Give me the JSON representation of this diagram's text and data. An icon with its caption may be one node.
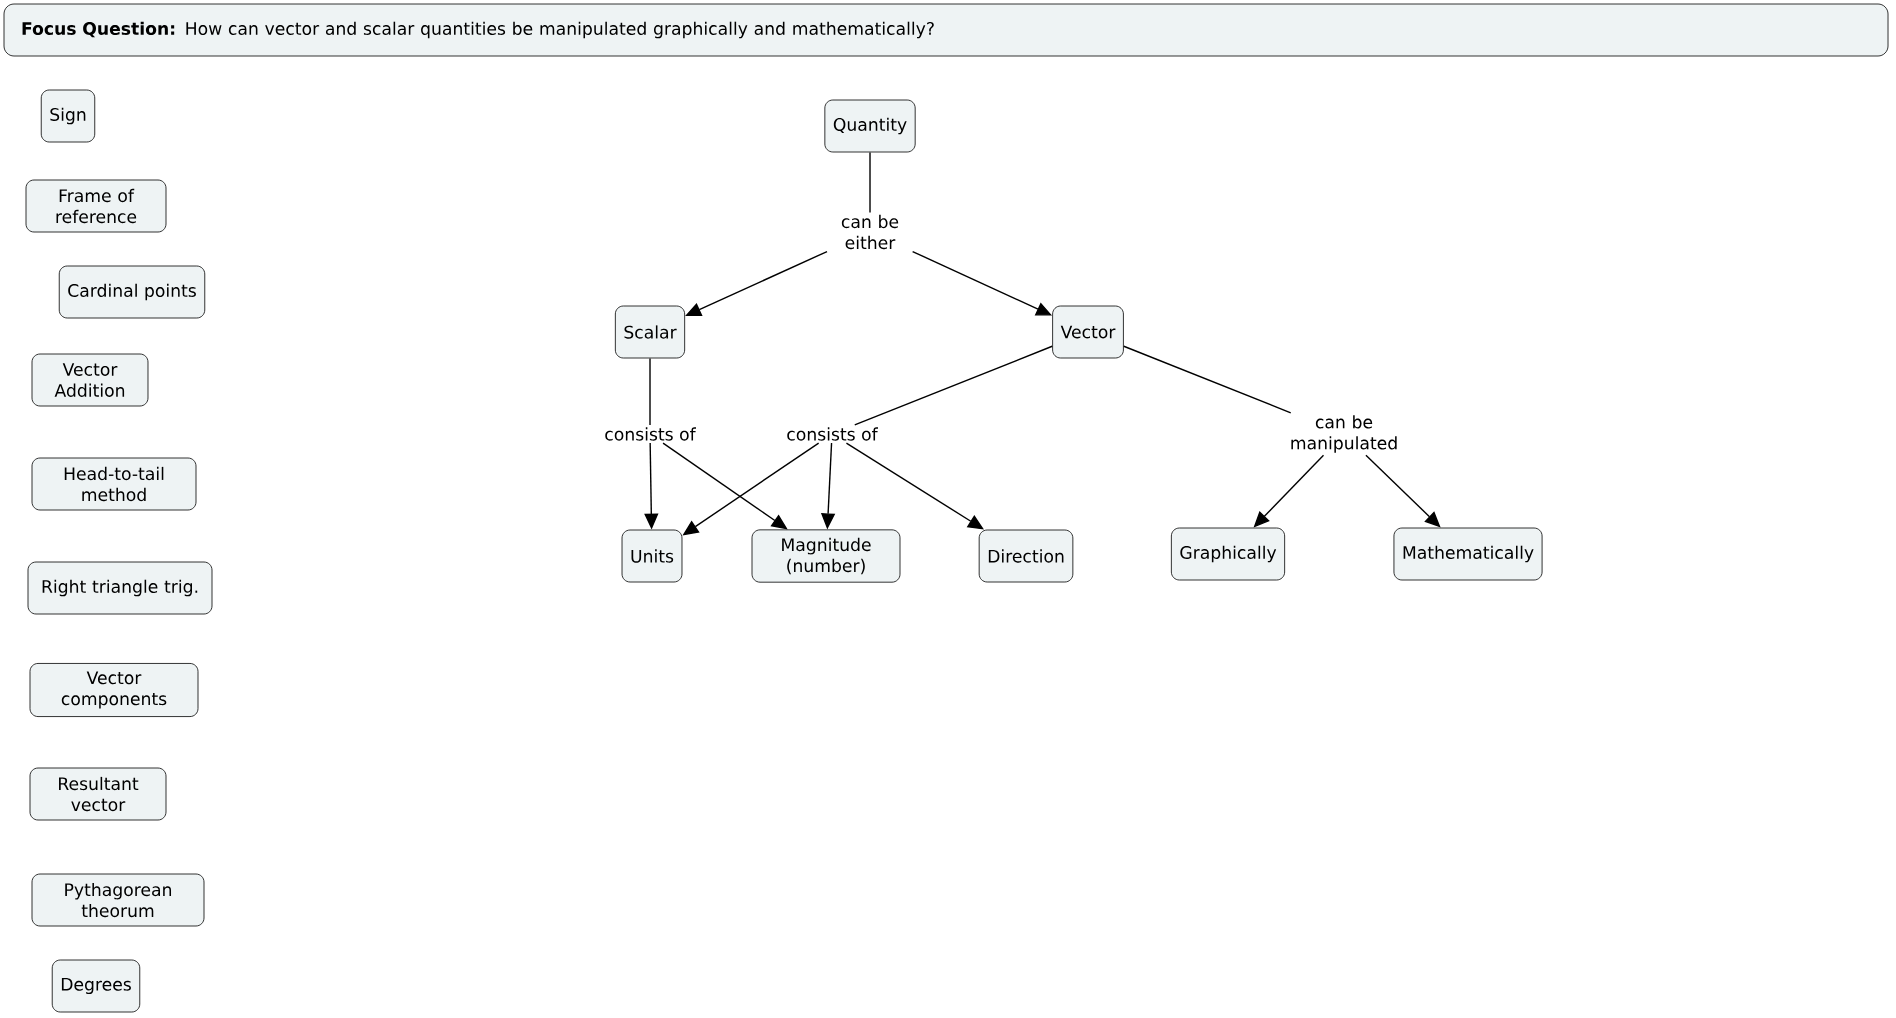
{
  "diagram": {
    "nodes": [
      {
        "text": [
          "**Focus Question:** How can vector and scalar quantities be manipulated graphically and mathematically?"
        ]
      },
      {
        "text": [
          "Sign"
        ]
      },
      {
        "text": [
          "Frame of reference"
        ]
      },
      {
        "text": [
          "Cardinal points"
        ]
      },
      {
        "text": [
          "Vector Addition"
        ]
      },
      {
        "text": [
          "Head-to-tail method"
        ]
      },
      {
        "text": [
          "Right triangle trig."
        ]
      },
      {
        "text": [
          "Vector components"
        ]
      },
      {
        "text": [
          "Resultant vector"
        ]
      },
      {
        "text": [
          "Pythagorean theorum"
        ]
      },
      {
        "text": [
          "Degrees"
        ]
      },
      {
        "text": [
          "Quantity"
        ]
      },
      {
        "text": [
          "can be either"
        ]
      },
      {
        "text": [
          "Scalar"
        ]
      },
      {
        "text": [
          "Vector"
        ]
      },
      {
        "text": [
          "consists of"
        ]
      },
      {
        "text": [
          "consists of"
        ]
      },
      {
        "text": [
          "can be manipulated"
        ]
      },
      {
        "text": [
          "Units"
        ]
      },
      {
        "text": [
          "Magnitude (number)"
        ]
      },
      {
        "text": [
          "Direction"
        ]
      },
      {
        "text": [
          "Graphically"
        ]
      },
      {
        "text": [
          "Mathematically"
        ]
      }
    ],
    "edges": [
      {
        "from": 11,
        "to": 12,
        "arrow": "none"
      },
      {
        "from": 12,
        "to": 13,
        "arrow": "to"
      },
      {
        "from": 12,
        "to": 14,
        "arrow": "to"
      },
      {
        "from": 13,
        "to": 15,
        "arrow": "none"
      },
      {
        "from": 15,
        "to": 18,
        "arrow": "to"
      },
      {
        "from": 15,
        "to": 19,
        "arrow": "to"
      },
      {
        "from": 14,
        "to": 16,
        "arrow": "none"
      },
      {
        "from": 16,
        "to": 18,
        "arrow": "to"
      },
      {
        "from": 16,
        "to": 19,
        "arrow": "to"
      },
      {
        "from": 16,
        "to": 20,
        "arrow": "to"
      },
      {
        "from": 14,
        "to": 17,
        "arrow": "none"
      },
      {
        "from": 17,
        "to": 21,
        "arrow": "to"
      },
      {
        "from": 17,
        "to": 22,
        "arrow": "to"
      }
    ]
  }
}
